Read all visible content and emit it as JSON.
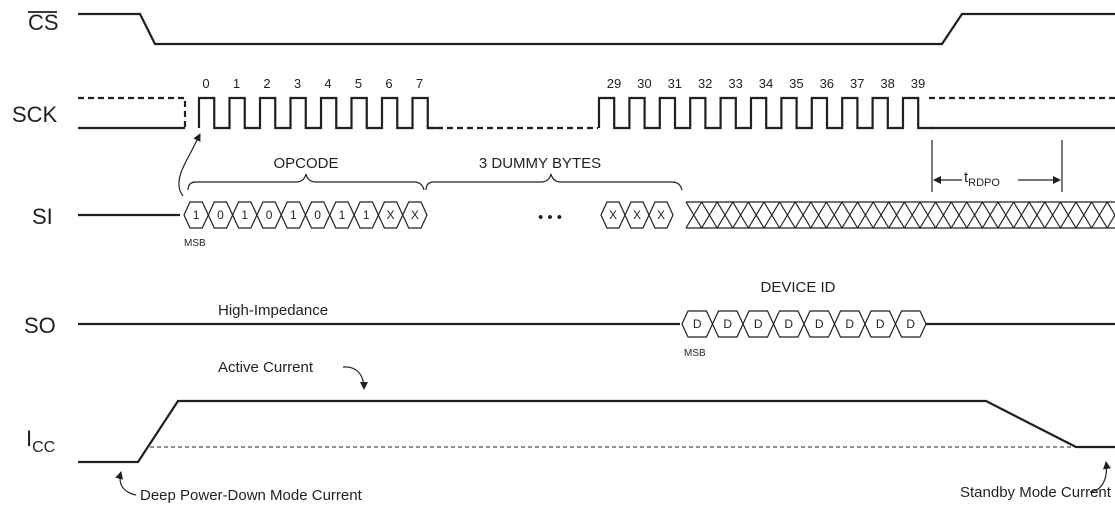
{
  "signals": {
    "cs": "CS",
    "sck": "SCK",
    "si": "SI",
    "so": "SO",
    "icc_main": "I",
    "icc_sub": "CC"
  },
  "clock_numbers_first": [
    "0",
    "1",
    "2",
    "3",
    "4",
    "5",
    "6",
    "7"
  ],
  "clock_numbers_second": [
    "29",
    "30",
    "31",
    "32",
    "33",
    "34",
    "35",
    "36",
    "37",
    "38",
    "39"
  ],
  "si_bits": [
    "1",
    "0",
    "1",
    "0",
    "1",
    "0",
    "1",
    "1",
    "X",
    "X"
  ],
  "si_tail_bits": [
    "X",
    "X",
    "X"
  ],
  "si_gap": "• • •",
  "so_bits": [
    "D",
    "D",
    "D",
    "D",
    "D",
    "D",
    "D",
    "D"
  ],
  "labels": {
    "opcode": "OPCODE",
    "dummy": "3 DUMMY BYTES",
    "device_id": "DEVICE ID",
    "msb_si": "MSB",
    "msb_so": "MSB",
    "high_impedance": "High-Impedance",
    "active_current": "Active Current",
    "deep_power_down": "Deep Power-Down Mode Current",
    "standby": "Standby Mode Current",
    "t_main": "t",
    "t_sub": "RDPO"
  }
}
